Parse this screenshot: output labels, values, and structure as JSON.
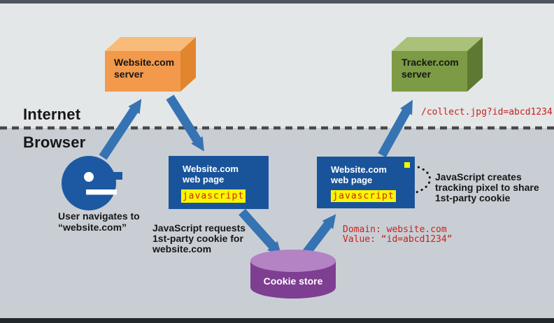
{
  "labels": {
    "internet": "Internet",
    "browser": "Browser"
  },
  "website_server": {
    "name_line": "Website.com",
    "type_line": "server"
  },
  "tracker_server": {
    "name_line": "Tracker.com",
    "type_line": "server"
  },
  "webpage_first": {
    "title_line1": "Website.com",
    "title_line2": "web page",
    "script_badge": "javascript"
  },
  "webpage_second": {
    "title_line1": "Website.com",
    "title_line2": "web page",
    "script_badge": "javascript"
  },
  "cookie_store": {
    "label": "Cookie store"
  },
  "user_caption": {
    "line1": "User navigates to",
    "line2": "“website.com”"
  },
  "annotation_js_requests": {
    "line1": "JavaScript requests",
    "line2": "1st-party cookie for",
    "line3": "website.com"
  },
  "annotation_js_creates": {
    "line1": "JavaScript creates",
    "line2": "tracking pixel to share",
    "line3": "1st-party cookie"
  },
  "collect_request": "/collect.jpg?id=abcd1234",
  "cookie_details": {
    "line1": "Domain: website.com",
    "line2": "Value: “id=abcd1234”"
  },
  "colors": {
    "arrow_blue": "#3573b3",
    "page_blue": "#19549b",
    "user_icon_blue": "#1d59a3",
    "server_orange_front": "#f2994b",
    "server_orange_top": "#f8bb79",
    "server_orange_side": "#e2852f",
    "server_green_front": "#7c9b44",
    "server_green_top": "#a9c178",
    "server_green_side": "#5e7931",
    "cookie_purple_body": "#7e3e91",
    "cookie_purple_top": "#b383c4",
    "script_yellow": "#faf600",
    "code_red": "#c5221d",
    "internet_bg": "#e4e7e8",
    "browser_bg": "#c9ced4"
  }
}
